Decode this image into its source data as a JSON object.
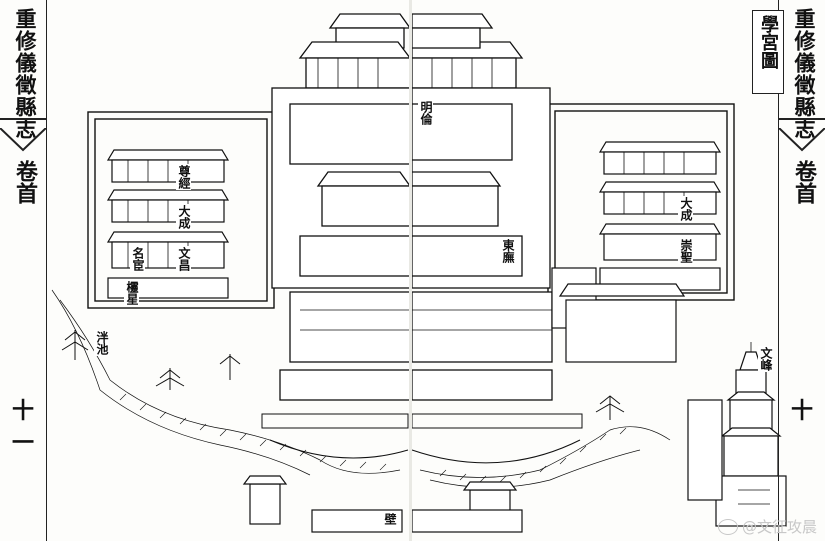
{
  "book": {
    "title": "重修儀徵縣志",
    "juan": "卷首",
    "map_title": "學宮圖"
  },
  "pages": {
    "left_folio": "十一",
    "right_folio": "十"
  },
  "labels": {
    "left_hall_1": "尊經",
    "left_hall_2": "大成",
    "left_hall_3": "名宦",
    "left_hall_4": "文昌",
    "left_gate": "欞星",
    "ming_lun": "明倫",
    "dong_wu": "東廡",
    "pan_chi": "泮池",
    "bi": "壁",
    "tower": "文峰",
    "right_hall_1": "大成",
    "right_hall_2": "崇聖"
  },
  "watermark": {
    "text": "@文征攻晨"
  }
}
